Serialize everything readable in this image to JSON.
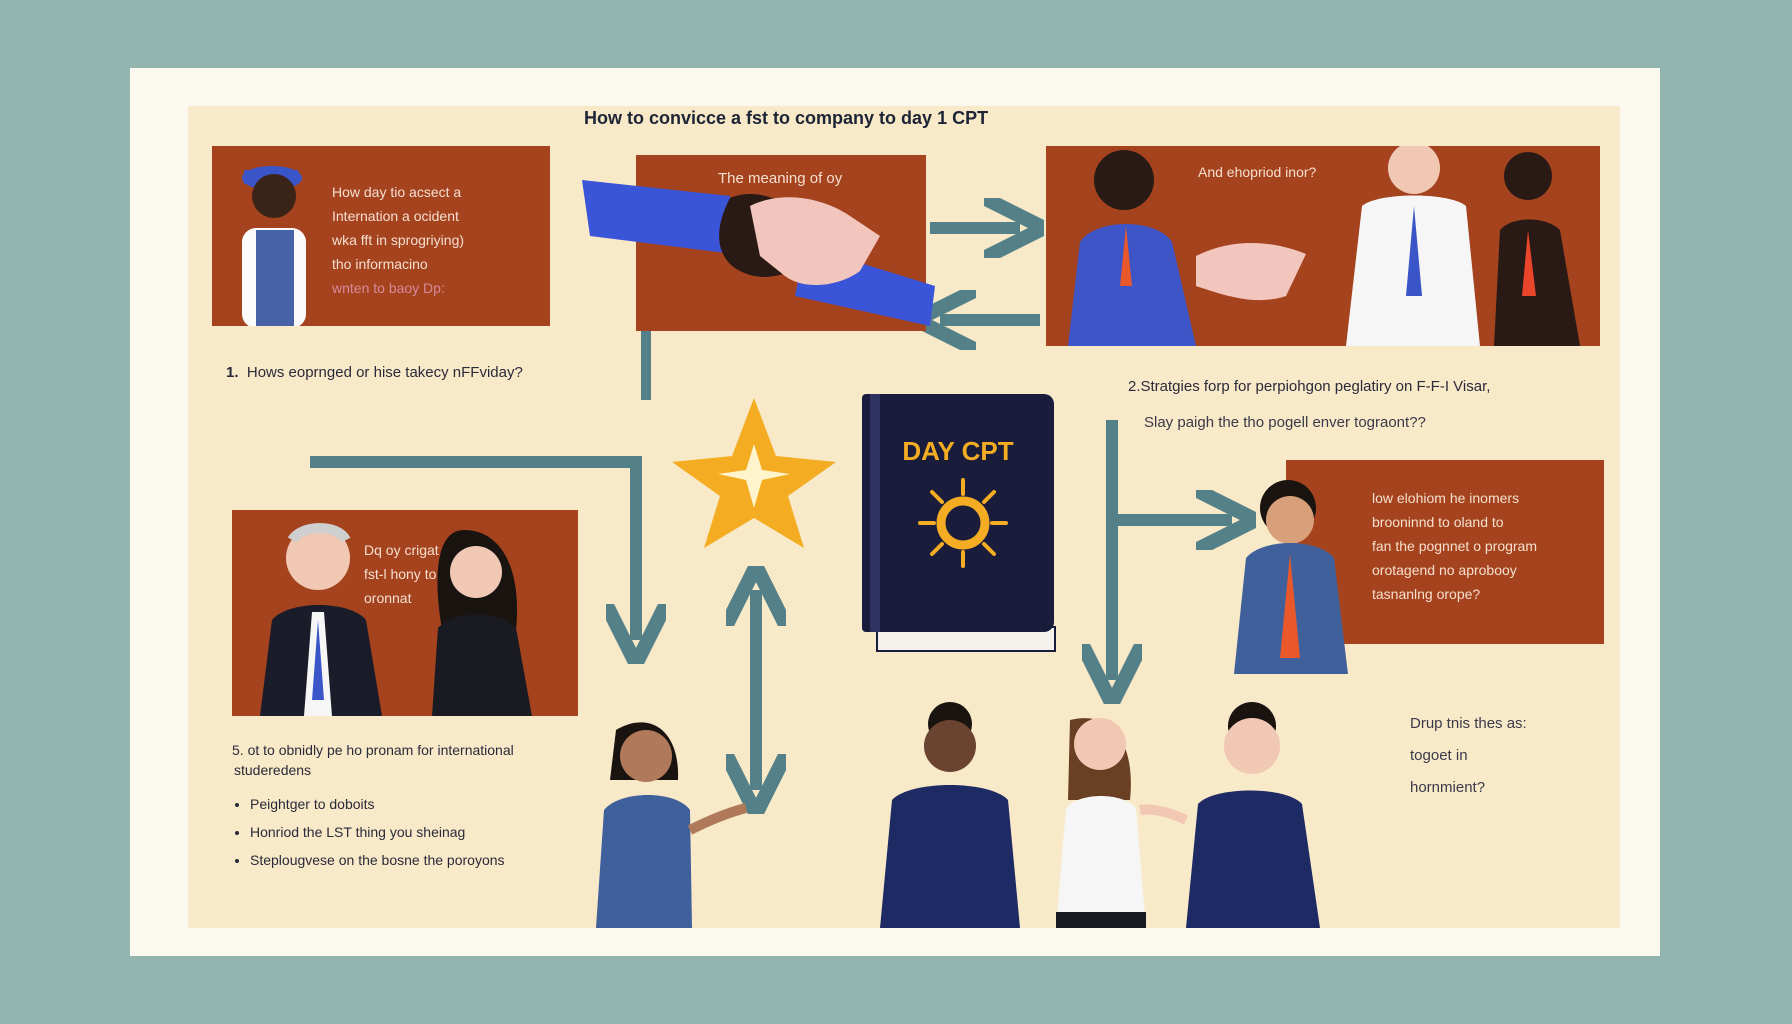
{
  "title": "How to convicce a fst to company  to day 1 CPT",
  "panels": {
    "worker": [
      "How day tio acsect a",
      "Internation a ocident",
      "wka fft in sprogriying)",
      "tho informacino",
      "wnten to baoy Dp:"
    ],
    "handshake_label": "The meaning of oy",
    "group_label": "And ehopriod inor?",
    "executives": [
      "Dq oy crigat",
      "fst-l hony to",
      "oronnat"
    ],
    "consultant": [
      "low elohiom he inomers",
      "brooninnd to oland to",
      "fan the pognnet o program",
      "orotagend no aprobooy",
      "tasnanlng orope?"
    ]
  },
  "steps": {
    "one": "Hows eoprnged or hise takecy nFFviday?",
    "one_num": "1.",
    "two": "2.Stratgies forp for perpiohgon  peglatiry on F-F-I Visar,",
    "two_sub": "Slay paigh the tho pogell enver tograont??",
    "five": "5. ot to obnidly pe ho pronam for international",
    "five_line2": "studeredens",
    "five_bullets": [
      "Peightger to doboits",
      "Honriod the LST thing you sheinag",
      "Steplougvese on the bosne the poroyons"
    ],
    "side_note": [
      "Drup tnis thes as:",
      "togoet in",
      "hornmient?"
    ]
  },
  "book": {
    "title": "DAY CPT"
  },
  "colors": {
    "panel": "#a4431e",
    "arrow": "#54808a",
    "book": "#1a1c3c",
    "star": "#f4ad22",
    "cream": "#f8e9c8",
    "backdrop": "#93b5b0"
  }
}
